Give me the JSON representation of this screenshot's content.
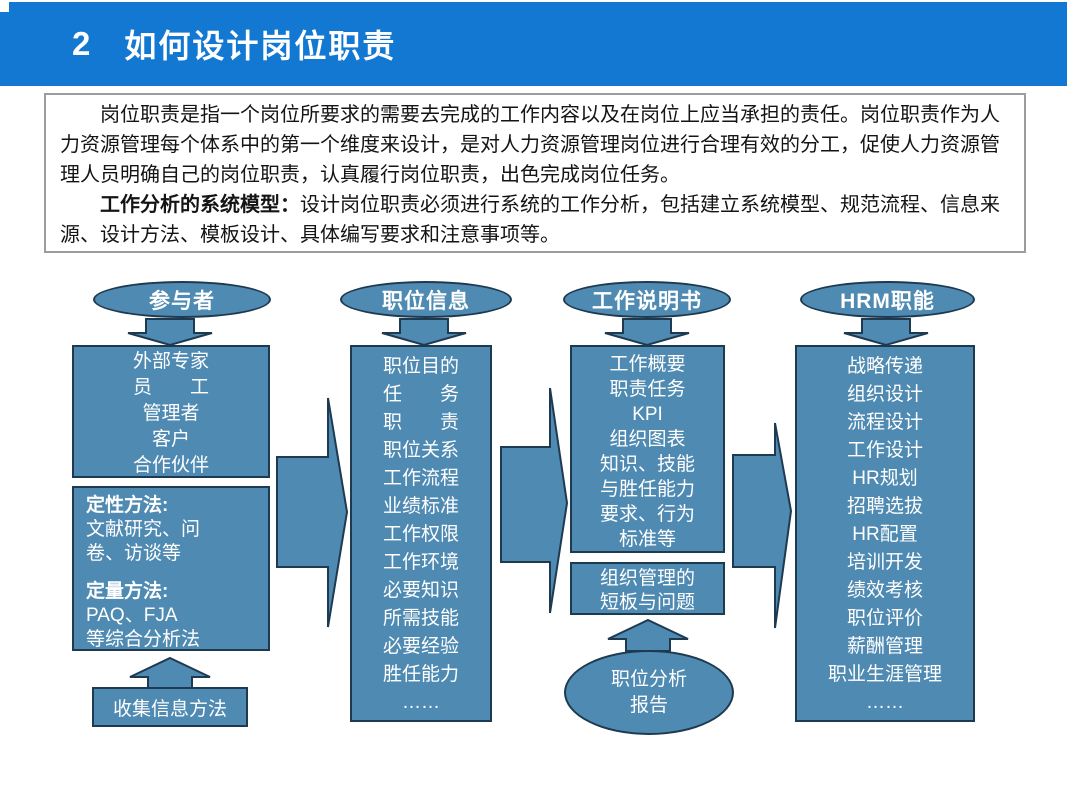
{
  "header": {
    "number": "2",
    "title": "如何设计岗位职责"
  },
  "intro": {
    "paragraph1": "岗位职责是指一个岗位所要求的需要去完成的工作内容以及在岗位上应当承担的责任。岗位职责作为人力资源管理每个体系中的第一个维度来设计，是对人力资源管理岗位进行合理有效的分工，促使人力资源管理人员明确自己的岗位职责，认真履行岗位职责，出色完成岗位任务。",
    "paragraph2_lead": "工作分析的系统模型：",
    "paragraph2_rest": "设计岗位职责必须进行系统的工作分析，包括建立系统模型、规范流程、信息来源、设计方法、模板设计、具体编写要求和注意事项等。"
  },
  "diagram": {
    "participants": {
      "header": "参与者",
      "members": [
        "外部专家",
        "员　　工",
        "管理者",
        "客户",
        "合作伙伴"
      ],
      "methods": {
        "qualitative_title": "定性方法:",
        "qualitative_lines": [
          "文献研究、问",
          "卷、访谈等"
        ],
        "quantitative_title": "定量方法:",
        "quantitative_lines": [
          "PAQ、FJA",
          "等综合分析法"
        ]
      },
      "collect_label": "收集信息方法"
    },
    "position_info": {
      "header": "职位信息",
      "items": [
        "职位目的",
        "任　　务",
        "职　　责",
        "职位关系",
        "工作流程",
        "业绩标准",
        "工作权限",
        "工作环境",
        "必要知识",
        "所需技能",
        "必要经验",
        "胜任能力",
        "……"
      ]
    },
    "job_description": {
      "header": "工作说明书",
      "items": [
        "工作概要",
        "职责任务",
        "KPI",
        "组织图表",
        "知识、技能",
        "与胜任能力",
        "要求、行为",
        "标准等"
      ],
      "problem_lines": [
        "组织管理的",
        "短板与问题"
      ],
      "report_lines": [
        "职位分析",
        "报告"
      ]
    },
    "hrm": {
      "header": "HRM职能",
      "items": [
        "战略传递",
        "组织设计",
        "流程设计",
        "工作设计",
        "HR规划",
        "招聘选拔",
        "HR配置",
        "培训开发",
        "绩效考核",
        "职位评价",
        "薪酬管理",
        "职业生涯管理",
        "……"
      ]
    }
  },
  "colors": {
    "header_bg": "#1278d2",
    "shape_fill": "#4f8ab2",
    "shape_stroke": "#1e3a50",
    "intro_border": "#9c9c9c"
  }
}
